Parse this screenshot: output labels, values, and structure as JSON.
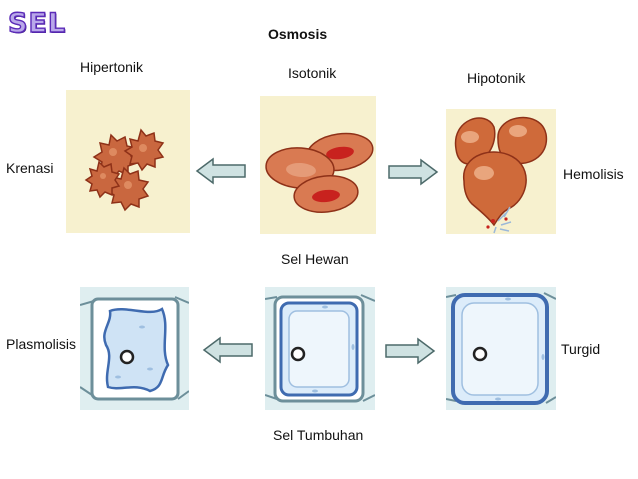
{
  "logo": "SEL",
  "title": "Osmosis",
  "labels": {
    "hypertonic": "Hipertonik",
    "isotonic": "Isotonik",
    "hypotonic": "Hipotonik",
    "crenation": "Krenasi",
    "hemolysis": "Hemolisis",
    "animal_cell": "Sel Hewan",
    "plasmolysis": "Plasmolisis",
    "turgid": "Turgid",
    "plant_cell": "Sel Tumbuhan"
  },
  "colors": {
    "panel_bg": "#f7f1cf",
    "rbc": "#c9673f",
    "rbc_dark": "#8e3118",
    "arrow_fill": "#cfe2e2",
    "arrow_stroke": "#4d6a6a",
    "cell_wall_bg": "#dfeef0",
    "membrane": "#5b86c0",
    "vacuole": "#eaf4fb"
  }
}
